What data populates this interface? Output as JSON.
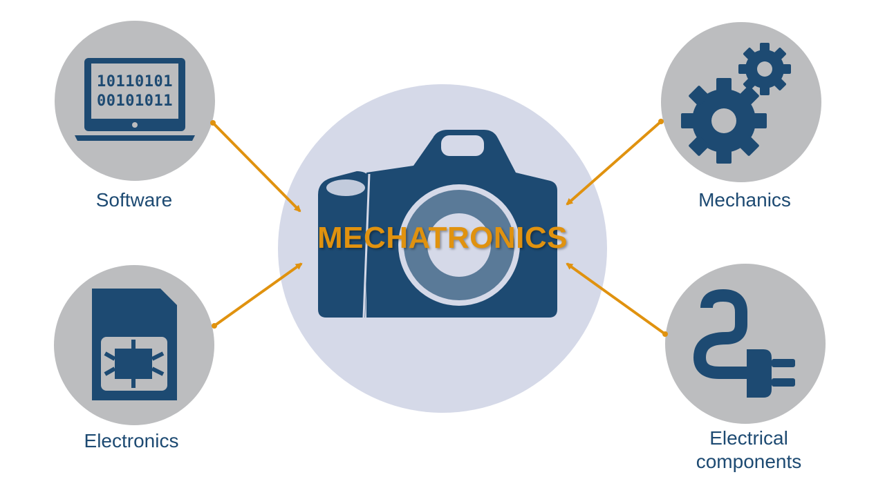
{
  "diagram": {
    "center": {
      "title": "MECHATRONICS",
      "icon": "camera-icon"
    },
    "nodes": [
      {
        "id": "software",
        "label": "Software",
        "icon": "laptop-binary-icon",
        "binary_lines": [
          "10110101",
          "00101011"
        ]
      },
      {
        "id": "electronics",
        "label": "Electronics",
        "icon": "sim-chip-icon"
      },
      {
        "id": "mechanics",
        "label": "Mechanics",
        "icon": "gears-icon"
      },
      {
        "id": "electrical",
        "label_lines": [
          "Electrical",
          "components"
        ],
        "icon": "power-plug-icon"
      }
    ],
    "colors": {
      "node_circle": "#bcbdbf",
      "center_circle": "#d5d9e8",
      "icon": "#1d4a72",
      "label": "#1d4a72",
      "arrow": "#e0920f",
      "title": "#e0920f"
    }
  }
}
